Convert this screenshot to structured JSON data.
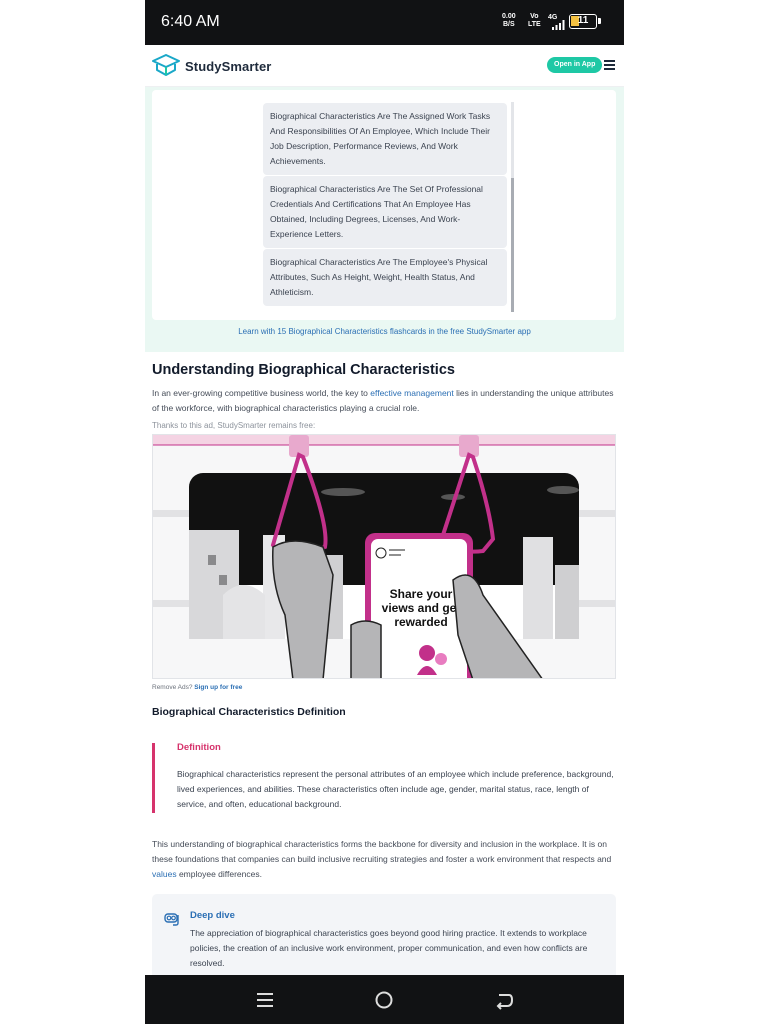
{
  "status_bar": {
    "time": "6:40 AM",
    "net_speed": "0.00",
    "net_unit": "B/S",
    "volte_top": "Vo",
    "volte_bottom": "LTE",
    "signal": "4G",
    "battery": "11"
  },
  "header": {
    "brand": "StudySmarter",
    "open_app_label": "Open in App"
  },
  "flashcards": {
    "options": [
      "Biographical Characteristics Are The Assigned Work Tasks And Responsibilities Of An Employee, Which Include Their Job Description, Performance Reviews, And Work Achievements.",
      "Biographical Characteristics Are The Set Of Professional Credentials And Certifications That An Employee Has Obtained, Including Degrees, Licenses, And Work-Experience Letters.",
      "Biographical Characteristics Are The Employee's Physical Attributes, Such As Height, Weight, Health Status, And Athleticism."
    ],
    "cta_link": "Learn with 15 Biographical Characteristics flashcards in the free StudySmarter app"
  },
  "article": {
    "title": "Understanding Biographical Characteristics",
    "intro_before": "In an ever-growing competitive business world, the key to ",
    "intro_link": "effective management",
    "intro_after": " lies in understanding the unique attributes of the workforce, with biographical characteristics playing a crucial role.",
    "ad_note": "Thanks to this ad, StudySmarter remains free:",
    "ad_headline": "Share your views and get rewarded",
    "remove_ads_text": "Remove Ads?",
    "remove_ads_link": "Sign up for free",
    "section_title": "Biographical Characteristics Definition",
    "definition_label": "Definition",
    "definition_text": "Biographical characteristics represent the personal attributes of an employee which include preference, background, lived experiences, and abilities. These characteristics often include age, gender, marital status, race, length of service, and often, educational background.",
    "para2_before": "This understanding of biographical characteristics forms the backbone for diversity and inclusion in the workplace. It is on these foundations that companies can build inclusive recruiting strategies and foster a work environment that respects and ",
    "para2_link": "values",
    "para2_after": " employee differences.",
    "deep_dive_label": "Deep dive",
    "deep_dive_text": "The appreciation of biographical characteristics goes beyond good hiring practice. It extends to workplace policies, the creation of an inclusive work environment, proper communication, and even how conflicts are resolved."
  },
  "colors": {
    "brand_accent": "#1ec8a5",
    "link": "#2b6fb4",
    "definition": "#d6336c",
    "ad_magenta": "#c2308a"
  }
}
